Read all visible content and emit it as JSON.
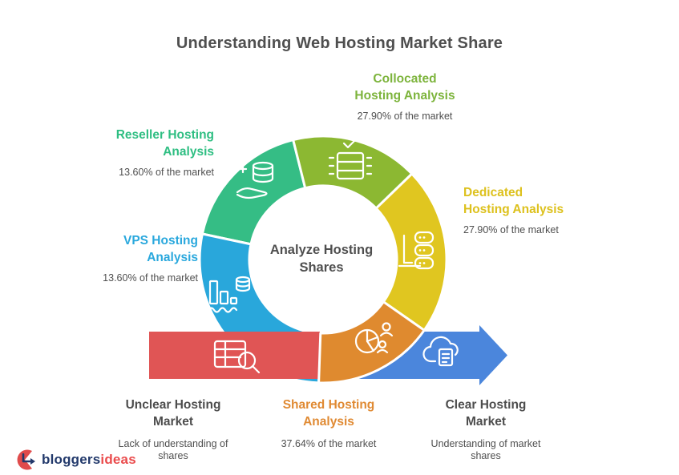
{
  "title": "Understanding Web Hosting Market Share",
  "donut": {
    "center_line1": "Analyze Hosting",
    "center_line2": "Shares",
    "segments": [
      {
        "name": "Collocated Hosting Analysis",
        "line1": "Collocated",
        "line2": "Hosting Analysis",
        "share": "27.90% of the market",
        "value": 27.9,
        "color": "#8cb832",
        "label_color": "#7db43c",
        "icon": "rack-check-icon"
      },
      {
        "name": "Dedicated Hosting Analysis",
        "line1": "Dedicated",
        "line2": "Hosting Analysis",
        "share": "27.90% of the market",
        "value": 27.9,
        "color": "#e0c620",
        "label_color": "#ddc11d",
        "icon": "server-stand-icon"
      },
      {
        "name": "Shared Hosting Analysis",
        "line1": "Shared Hosting",
        "line2": "Analysis",
        "share": "37.64% of the market",
        "value": 37.64,
        "color": "#df8a2f",
        "label_color": "#e08a33",
        "icon": "pie-people-icon"
      },
      {
        "name": "VPS Hosting Analysis",
        "line1": "VPS Hosting",
        "line2": "Analysis",
        "share": "13.60% of the market",
        "value": 13.6,
        "color": "#29a7db",
        "label_color": "#2aa8dd",
        "icon": "bar-chart-wave-icon"
      },
      {
        "name": "Reseller Hosting Analysis",
        "line1": "Reseller Hosting",
        "line2": "Analysis",
        "share": "13.60% of the market",
        "value": 13.6,
        "color": "#35bd85",
        "label_color": "#2ebe82",
        "icon": "hand-database-icon"
      }
    ]
  },
  "flow": {
    "start": {
      "line1": "Unclear Hosting",
      "line2": "Market",
      "sub": "Lack of understanding of shares",
      "color": "#e05555",
      "icon": "table-search-icon"
    },
    "end": {
      "line1": "Clear Hosting",
      "line2": "Market",
      "sub": "Understanding of market shares",
      "color": "#4b86dc",
      "icon": "cloud-document-icon"
    }
  },
  "logo": {
    "part1": "bloggers",
    "part2": "ideas",
    "part1_color": "#22396b",
    "part2_color": "#ea4b4c"
  },
  "chart_data": {
    "type": "pie",
    "title": "Understanding Web Hosting Market Share",
    "labels": [
      "Collocated Hosting Analysis",
      "Dedicated Hosting Analysis",
      "Shared Hosting Analysis",
      "VPS Hosting Analysis",
      "Reseller Hosting Analysis"
    ],
    "values": [
      27.9,
      27.9,
      37.64,
      13.6,
      13.6
    ],
    "unit": "% of the market",
    "colors": [
      "#8cb832",
      "#e0c620",
      "#df8a2f",
      "#29a7db",
      "#35bd85"
    ],
    "center_text": "Analyze Hosting Shares",
    "legend_position": "around",
    "flow_annotations": [
      "Unclear Hosting Market: Lack of understanding of shares",
      "Clear Hosting Market: Understanding of market shares"
    ]
  }
}
